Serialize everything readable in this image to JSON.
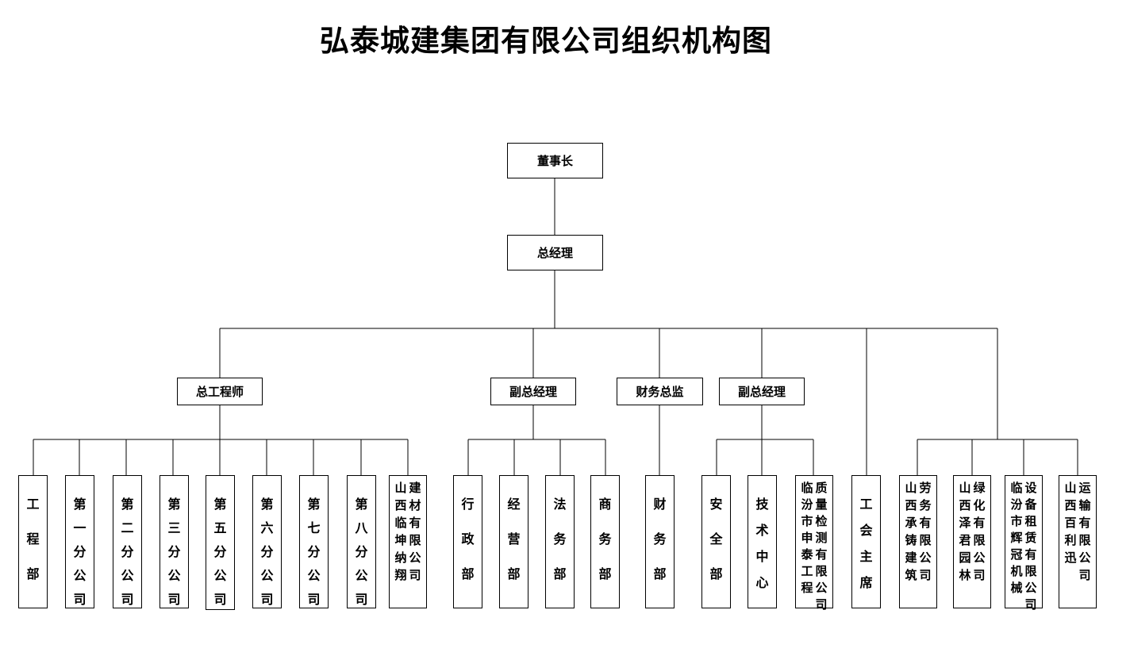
{
  "title": "弘泰城建集团有限公司组织机构图",
  "chairman": "董事长",
  "general_manager": "总经理",
  "level2": {
    "chief_engineer": "总工程师",
    "deputy_gm_1": "副总经理",
    "finance_director": "财务总监",
    "deputy_gm_2": "副总经理"
  },
  "departments": {
    "engineering": [
      "工程部"
    ],
    "branch_1": [
      "第一分公司"
    ],
    "branch_2": [
      "第二分公司"
    ],
    "branch_3": [
      "第三分公司"
    ],
    "branch_5": [
      "第五分公司"
    ],
    "branch_6": [
      "第六分公司"
    ],
    "branch_7": [
      "第七分公司"
    ],
    "branch_8": [
      "第八分公司"
    ],
    "building_materials": [
      "建材有限公司",
      "山西临坤纳翔"
    ],
    "administration": [
      "行政部"
    ],
    "operations": [
      "经营部"
    ],
    "legal": [
      "法务部"
    ],
    "commerce": [
      "商务部"
    ],
    "finance": [
      "财务部"
    ],
    "safety": [
      "安全部"
    ],
    "tech_center": [
      "技术中心"
    ],
    "quality_testing": [
      "质量检测有限公司",
      "临汾市申泰工程"
    ],
    "union_chair": [
      "工会主席"
    ],
    "labor_service": [
      "劳务有限公司",
      "山西承铸建筑"
    ],
    "greening": [
      "绿化有限公司",
      "山西泽君园林"
    ],
    "equipment_leasing": [
      "设备租赁有限公司",
      "临汾市辉冠机械"
    ],
    "transport": [
      "运输有限公司",
      "山西百利迅"
    ]
  }
}
